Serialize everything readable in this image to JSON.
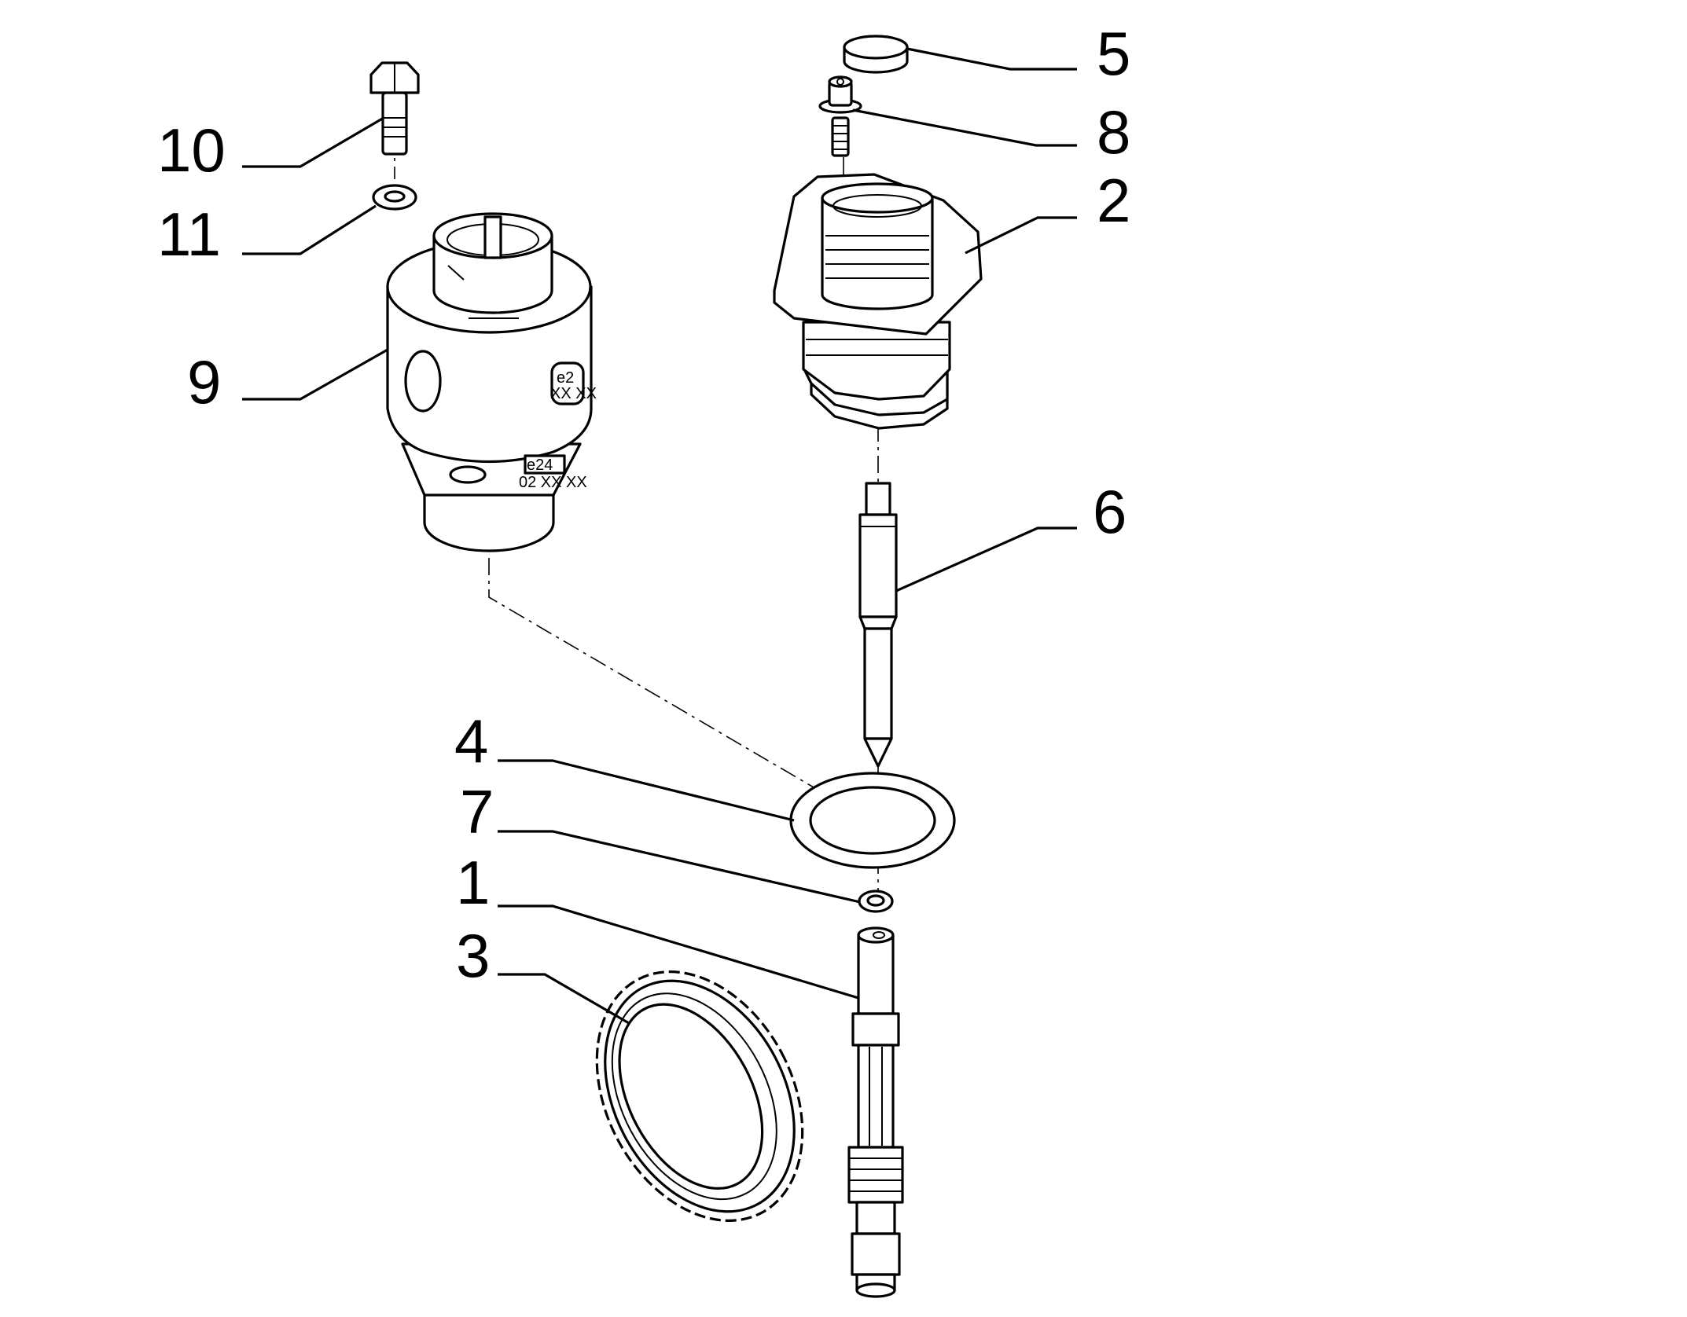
{
  "callouts": [
    {
      "id": "1",
      "label": "1"
    },
    {
      "id": "2",
      "label": "2"
    },
    {
      "id": "3",
      "label": "3"
    },
    {
      "id": "4",
      "label": "4"
    },
    {
      "id": "5",
      "label": "5"
    },
    {
      "id": "6",
      "label": "6"
    },
    {
      "id": "7",
      "label": "7"
    },
    {
      "id": "8",
      "label": "8"
    },
    {
      "id": "9",
      "label": "9"
    },
    {
      "id": "10",
      "label": "10"
    },
    {
      "id": "11",
      "label": "11"
    }
  ],
  "markings": {
    "cap_mark": "e2",
    "cap_code": "XX XX",
    "body_mark": "e24",
    "body_code": "02 XX XX"
  }
}
